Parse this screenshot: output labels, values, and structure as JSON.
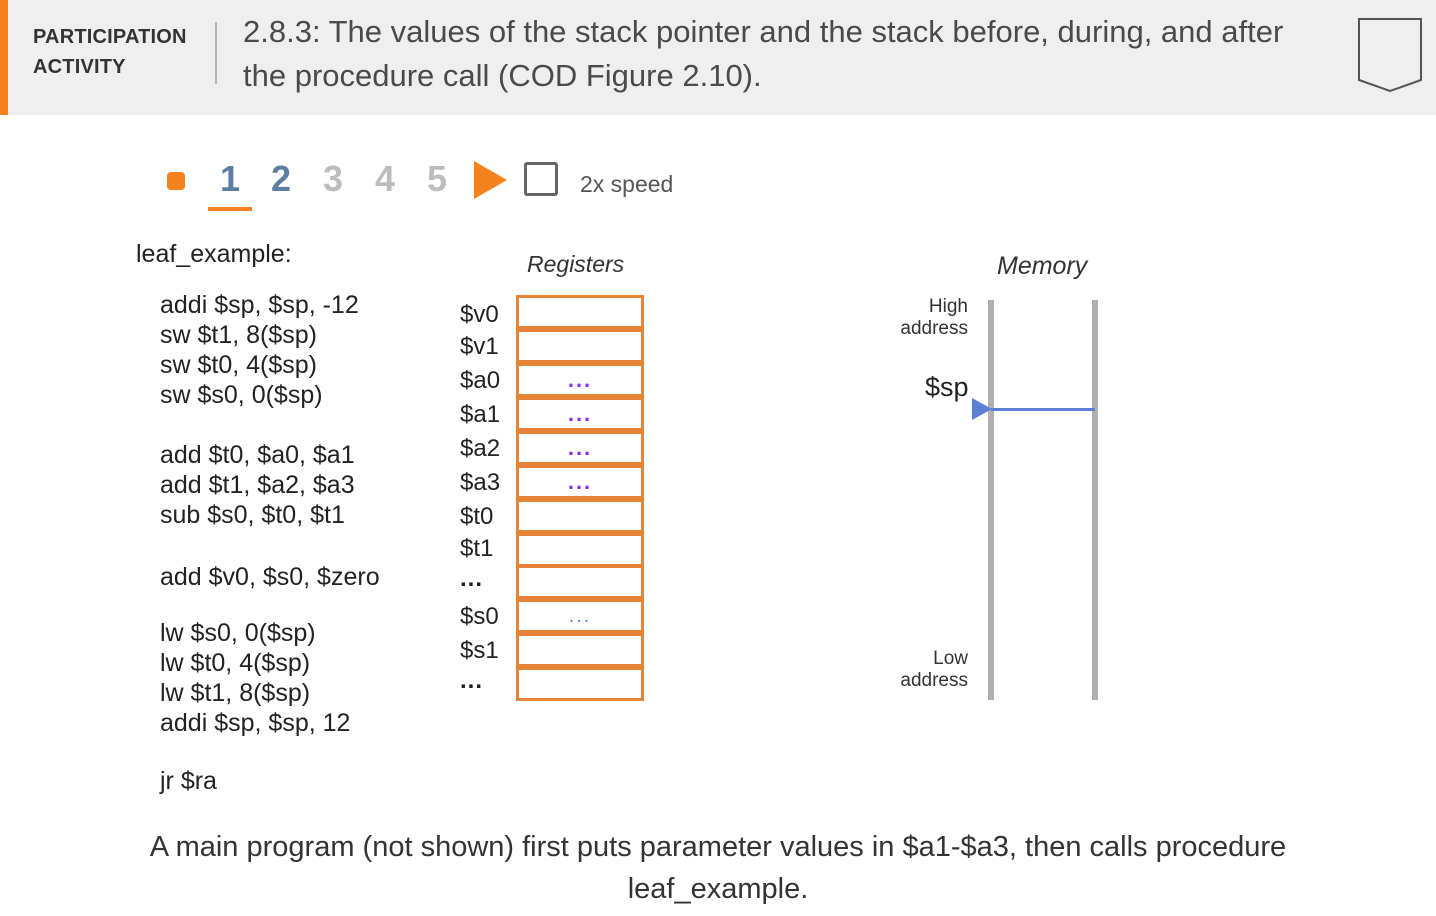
{
  "header": {
    "activity_label_line1": "PARTICIPATION",
    "activity_label_line2": "ACTIVITY",
    "title": "2.8.3: The values of the stack pointer and the stack before, during, and after the procedure call (COD Figure 2.10).",
    "accent_color": "#f5821f"
  },
  "controls": {
    "steps": [
      "1",
      "2",
      "3",
      "4",
      "5"
    ],
    "current_step": 1,
    "speed_label": "2x speed",
    "speed_checked": false
  },
  "code": {
    "label": "leaf_example:",
    "lines": [
      "addi $sp, $sp, -12",
      "sw $t1, 8($sp)",
      "sw $t0, 4($sp)",
      "sw $s0, 0($sp)",
      "add $t0, $a0, $a1",
      "add $t1, $a2, $a3",
      "sub $s0, $t0, $t1",
      "add $v0, $s0, $zero",
      "lw $s0, 0($sp)",
      "lw $t0, 4($sp)",
      "lw $t1, 8($sp)",
      "addi $sp, $sp, 12",
      "jr $ra"
    ]
  },
  "registers": {
    "title": "Registers",
    "names": [
      "$v0",
      "$v1",
      "$a0",
      "$a1",
      "$a2",
      "$a3",
      "$t0",
      "$t1",
      "...",
      "$s0",
      "$s1",
      "..."
    ],
    "values": [
      "",
      "",
      "...",
      "...",
      "...",
      "...",
      "",
      "",
      "",
      "...",
      "",
      ""
    ]
  },
  "memory": {
    "title": "Memory",
    "high_label_line1": "High",
    "high_label_line2": "address",
    "low_label_line1": "Low",
    "low_label_line2": "address",
    "sp_label": "$sp"
  },
  "caption": "A main program (not shown) first puts parameter values in $a1-$a3, then calls procedure leaf_example."
}
